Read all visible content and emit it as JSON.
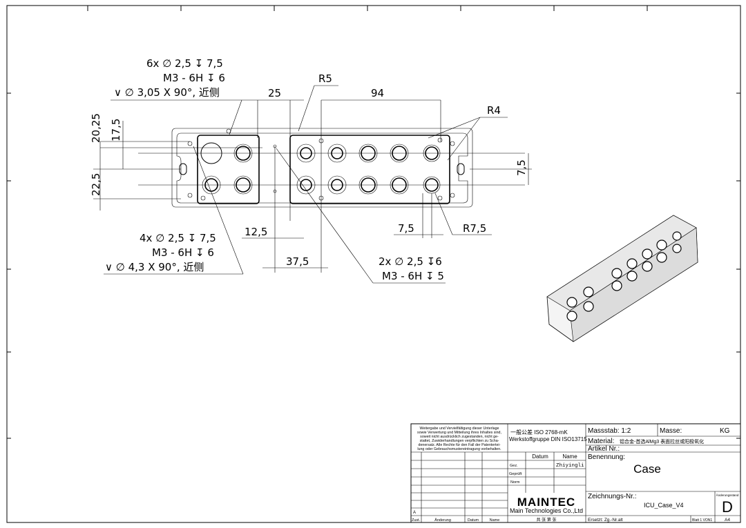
{
  "drawing": {
    "callout_top_left": [
      "6x ∅ 2,5 ↧ 7,5",
      "M3 - 6H ↧ 6",
      "∨ ∅ 3,05 X 90°, 近侧"
    ],
    "callout_bottom_left": [
      "4x ∅ 2,5  ↧ 7,5",
      "M3 - 6H ↧ 6",
      "∨ ∅ 4,3 X 90°, 近侧"
    ],
    "callout_bottom_mid": [
      "2x ∅ 2,5 ↧6",
      "M3 - 6H ↧ 5"
    ],
    "dims": {
      "d25": "25",
      "d94": "94",
      "r5": "R5",
      "r4": "R4",
      "r75": "R7,5",
      "d2025": "20,25",
      "d175": "17,5",
      "d225": "22,5",
      "d75v": "7,5",
      "d125": "12,5",
      "d375": "37,5",
      "d75h": "7,5"
    }
  },
  "title_block": {
    "notice": [
      "Weitergabe und Vervielfältigung dieser Unterlage",
      "sowie Verwertung und Mitteilung ihres Inhaltes sind,",
      "soweit nicht ausdrücklich zugestanden, nicht ge-",
      "stattet, Zuwiderhandlungen verpflichten zu Scha-",
      "denersatz. Alle Rechte für den Fall der Patentertei-",
      "lung oder Gebrauchsmustereintragung vorbehalten."
    ],
    "tolerance": "一般公差  ISO 2768-mK",
    "material_group": "Werkstoffgruppe DIN ISO13715",
    "datum_header": "Datum",
    "name_header": "Name",
    "gez": "Gez.",
    "gez_name": "Zhiyingli",
    "geprueft": "Geprüft",
    "norm": "Norm",
    "rev_letter": "A",
    "zust": "Zust.",
    "aenderung": "Änderung",
    "datum": "Datum",
    "name": "Name",
    "logo": "MAINTEC",
    "company": "Main Technologies Co.,Ltd",
    "sheets": "共   张  第   张",
    "massstab": "Massstab:  1:2",
    "masse": "Masse:",
    "kg": "KG",
    "material_label": "Material:",
    "material_value": "铝合金-首选AlMg3    表面拉丝或阳极氧化",
    "artikel": "Artikel Nr.:",
    "benennung": "Benennung:",
    "part_name": "Case",
    "zeichnungs": "Zeichnungs-Nr.:",
    "drawing_no": "ICU_Case_V4",
    "aenderungsstand": "Änderungsstand",
    "rev": "D",
    "ersetzt": "Ersetzt: Zg.-Nr.alt",
    "blatt": "Blatt 1 VON1",
    "format": "A4"
  }
}
